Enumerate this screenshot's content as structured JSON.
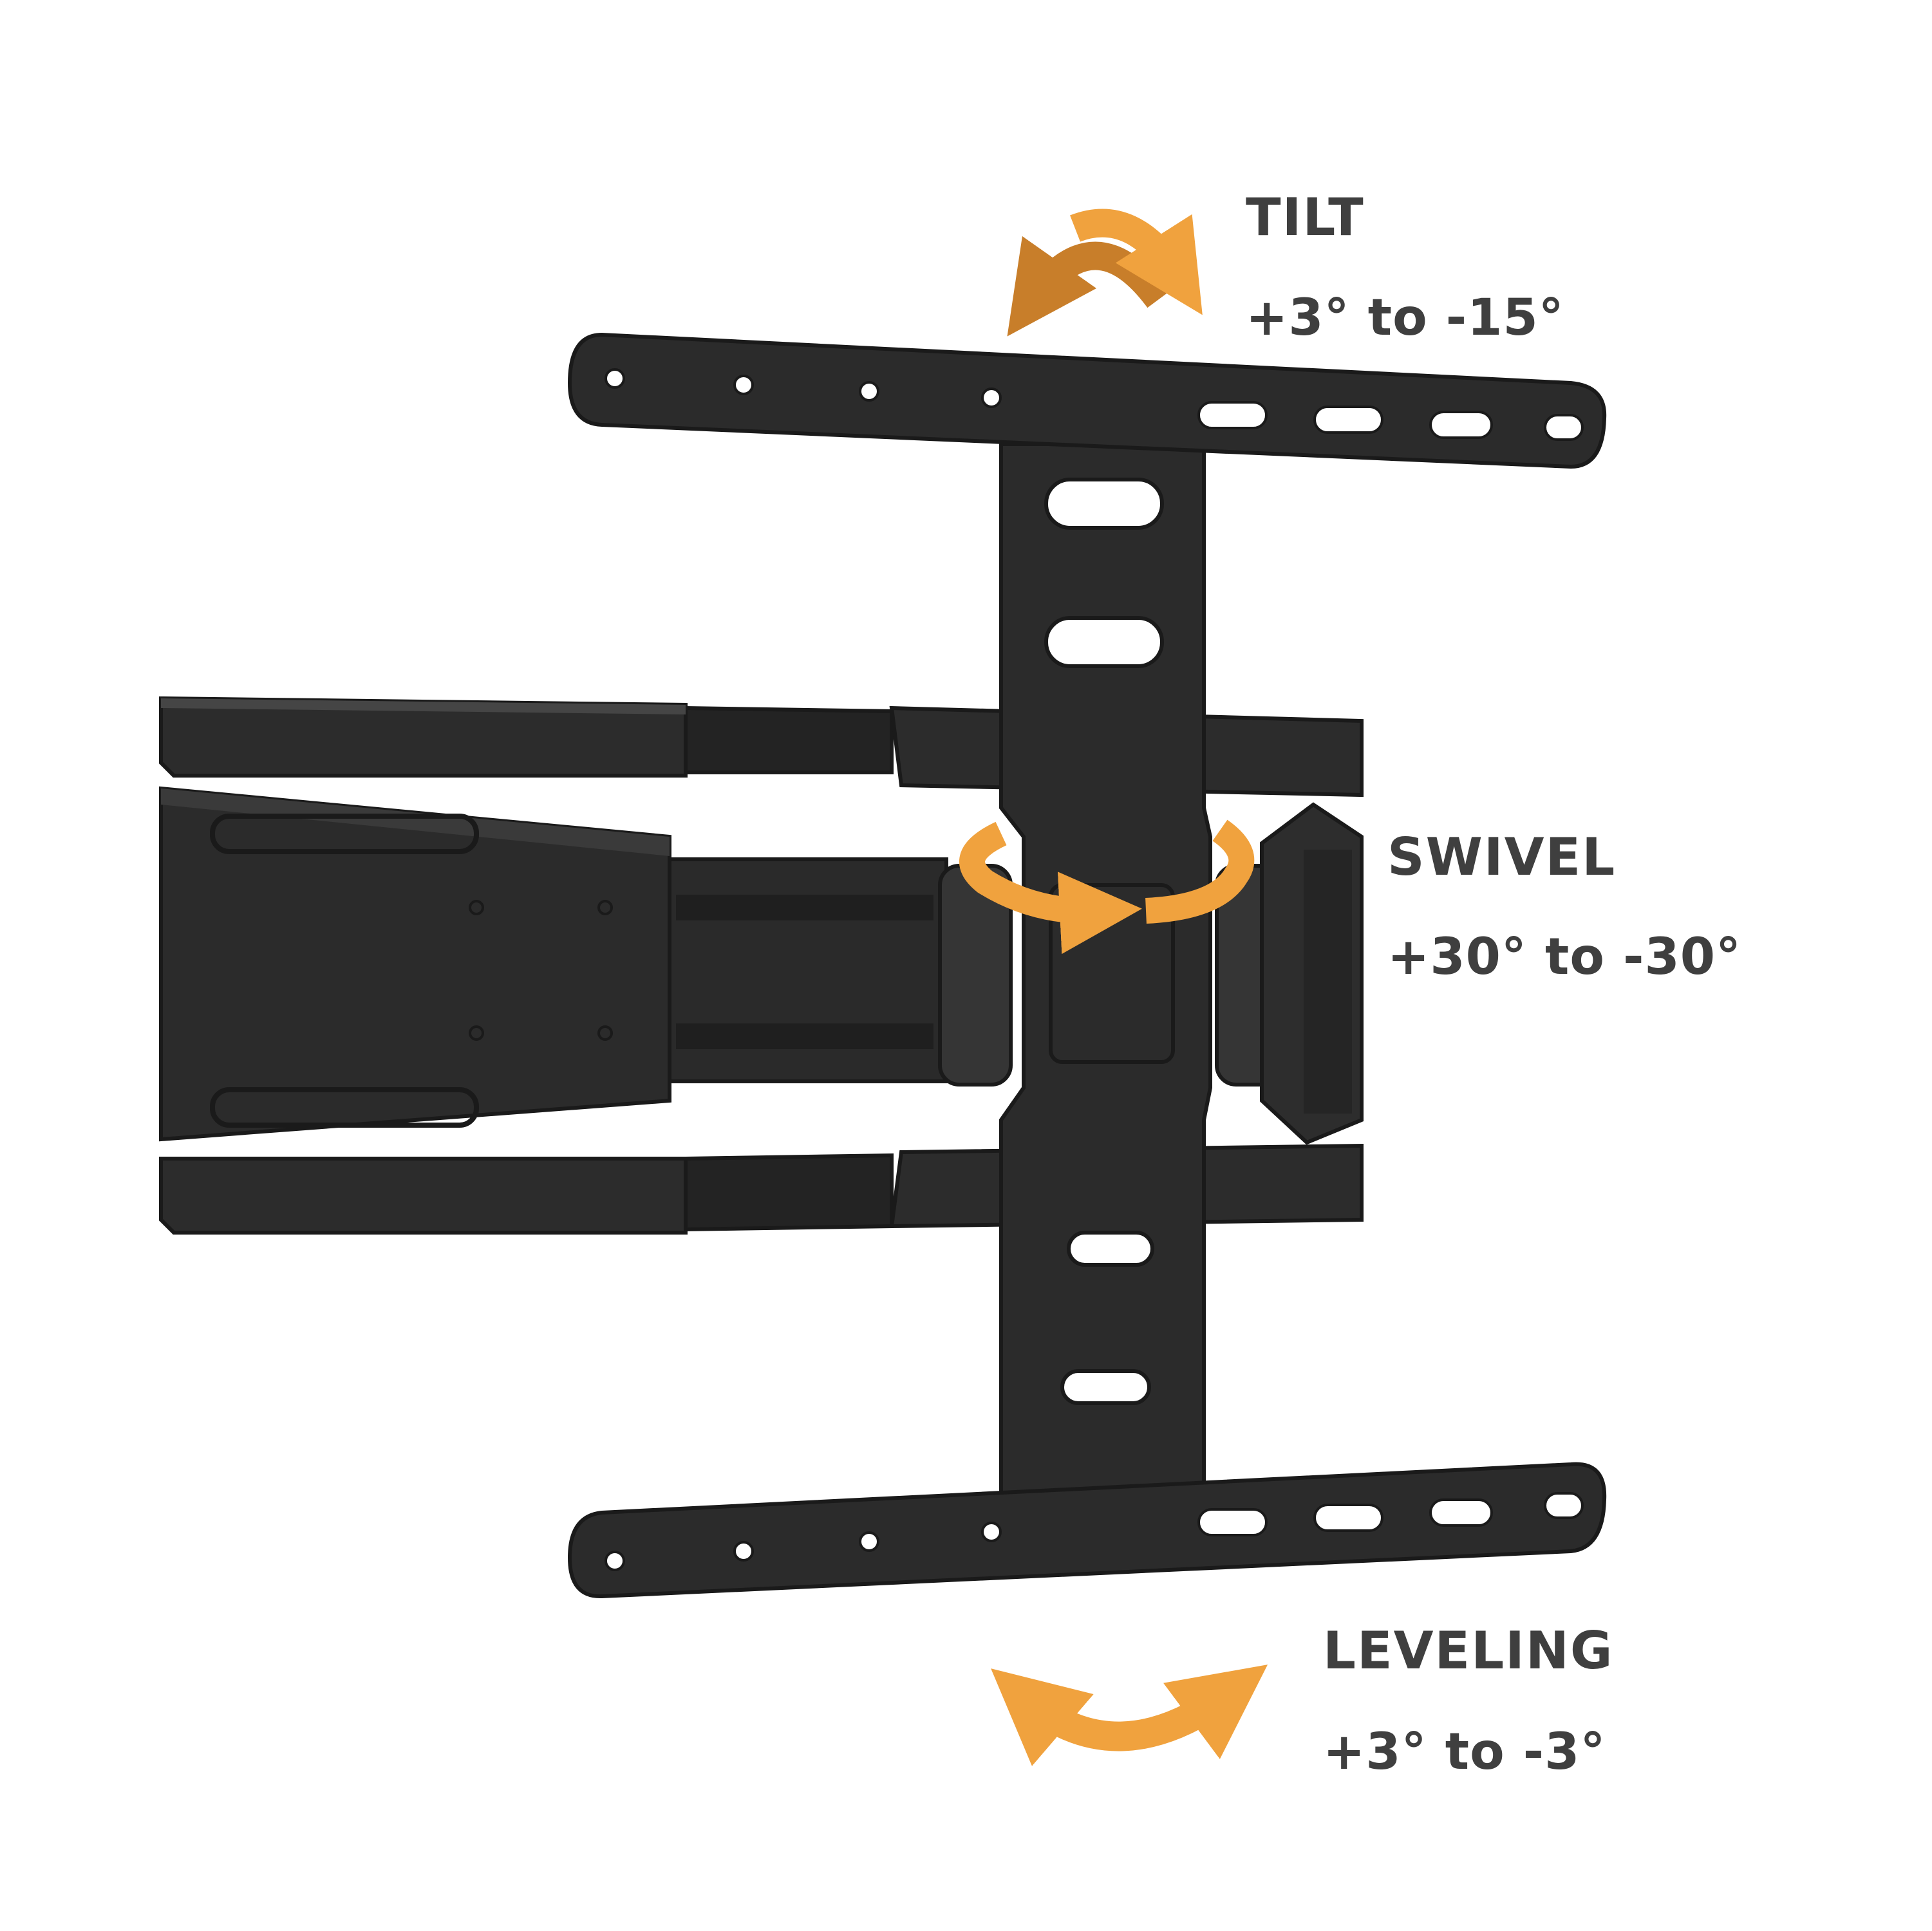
{
  "colors": {
    "background": "#ffffff",
    "metal": "#2b2b2b",
    "metal_dark": "#1c1c1c",
    "metal_light": "#3c3c3c",
    "accent_orange": "#f0a23e",
    "accent_orange_dark": "#c87e2a",
    "text": "#3f3f3f"
  },
  "icons": {
    "tilt": "curved-double-arrow-icon",
    "swivel": "rotation-arrow-icon",
    "leveling": "curved-double-arrow-icon"
  },
  "callouts": {
    "tilt": {
      "title": "TILT",
      "range": "+3° to -15°"
    },
    "swivel": {
      "title": "SWIVEL",
      "range": "+30° to -30°"
    },
    "leveling": {
      "title": "LEVELING",
      "range": "+3° to -3°"
    }
  }
}
